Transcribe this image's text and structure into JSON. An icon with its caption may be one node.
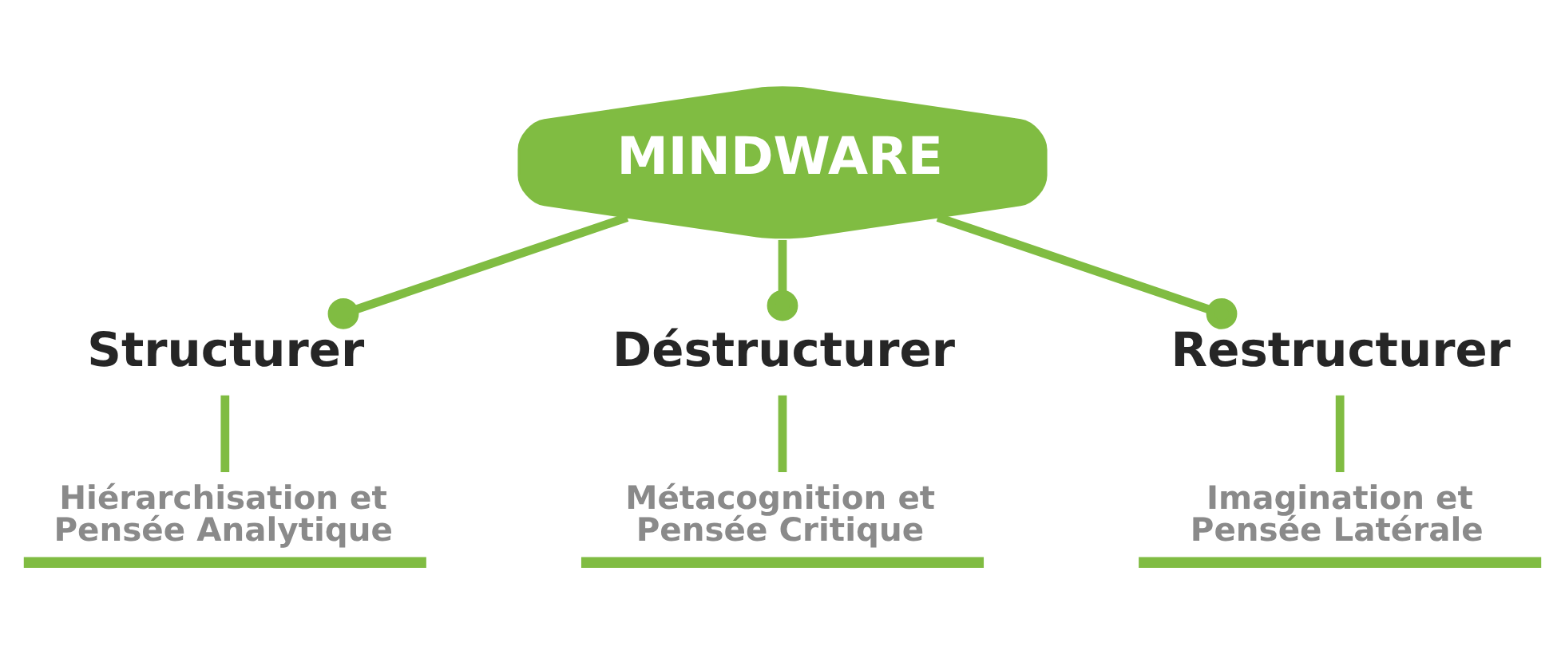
{
  "diagram": {
    "nodes": [
      {
        "text": [
          "MINDWARE"
        ]
      },
      {
        "text": [
          "Structurer"
        ]
      },
      {
        "text": [
          "Déstructurer"
        ]
      },
      {
        "text": [
          "Restructurer"
        ]
      },
      {
        "text": [
          "Hiérarchisation et Pensée Analytique"
        ]
      },
      {
        "text": [
          "Métacognition et Pensée Critique"
        ]
      },
      {
        "text": [
          "Imagination et Pensée Latérale"
        ]
      }
    ],
    "edges": [
      {
        "from": 0,
        "to": 1,
        "arrow": "other"
      },
      {
        "from": 0,
        "to": 2,
        "arrow": "other"
      },
      {
        "from": 0,
        "to": 3,
        "arrow": "other"
      },
      {
        "from": 1,
        "to": 4,
        "arrow": "none"
      },
      {
        "from": 2,
        "to": 5,
        "arrow": "none"
      },
      {
        "from": 3,
        "to": 6,
        "arrow": "none"
      }
    ]
  }
}
